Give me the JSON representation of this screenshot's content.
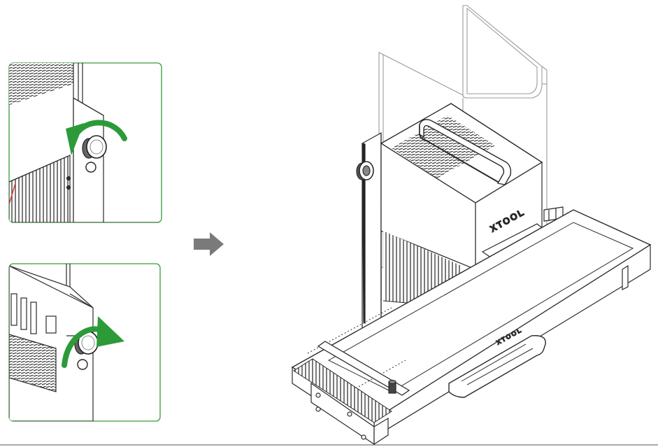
{
  "device": {
    "brand_label": "XTOOL",
    "rail_brand_label": "XTOOL"
  },
  "steps": [
    {
      "action": "loosen-knob",
      "direction": "counterclockwise"
    },
    {
      "action": "tighten-knob",
      "direction": "clockwise"
    }
  ],
  "colors": {
    "frame_green": "#3a9a3a",
    "arrow_green": "#2d9a3a",
    "transition_arrow": "#7a7a7a",
    "beam_red": "#e03030",
    "beam_blue": "#2a8fe0",
    "line_dark": "#2a2a2a"
  },
  "icons": [
    "rotate-ccw-arrow-icon",
    "rotate-cw-arrow-icon",
    "next-arrow-icon"
  ]
}
